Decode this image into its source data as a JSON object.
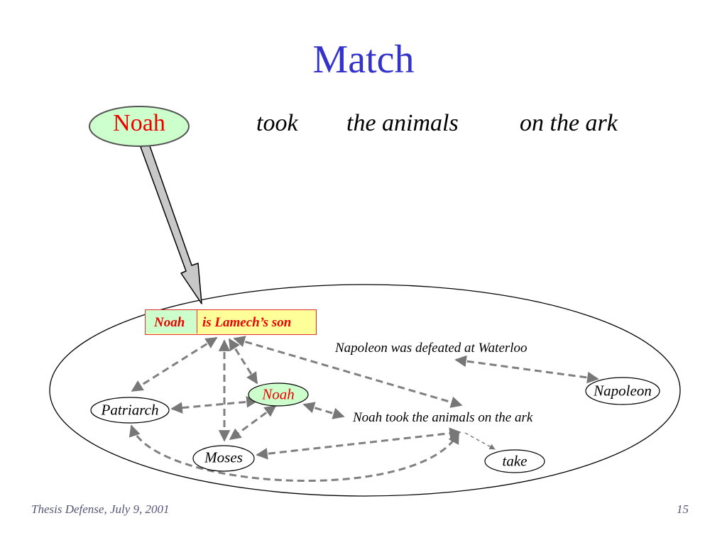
{
  "slide": {
    "title": "Match",
    "title_color": "#3333cc",
    "accent_red": "#ee0000",
    "noah_fill": "#ccffcc"
  },
  "sentence": {
    "noah": "Noah",
    "took": "took",
    "the_animals": "the animals",
    "on_the_ark": "on the ark"
  },
  "fact": {
    "subject": "Noah",
    "predicate": "is Lamech’s son"
  },
  "graph": {
    "napoleon_fact": "Napoleon was defeated at Waterloo",
    "napoleon": "Napoleon",
    "noah": "Noah",
    "patriarch": "Patriarch",
    "noah_fact": "Noah took the animals on the ark",
    "moses": "Moses",
    "take": "take"
  },
  "footer": {
    "left": "Thesis Defense, July 9, 2001",
    "page": "15"
  }
}
